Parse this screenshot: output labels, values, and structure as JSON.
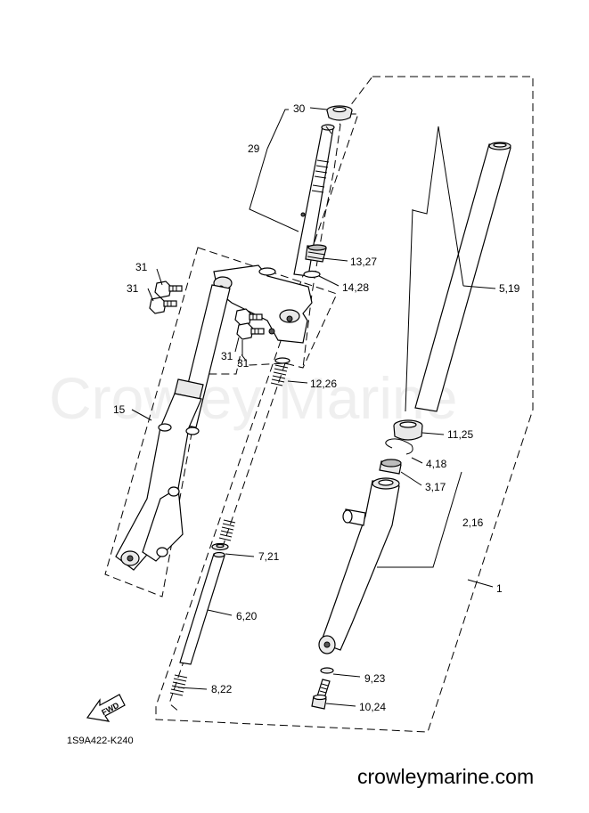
{
  "watermark": "Crowley Marine",
  "website": "crowleymarine.com",
  "drawing_code": "1S9A422-K240",
  "fwd_label": "FWD",
  "callouts": {
    "c30": "30",
    "c29": "29",
    "c13_27": "13,27",
    "c14_28": "14,28",
    "c31_a": "31",
    "c31_b": "31",
    "c31_c": "31",
    "c31_d": "31",
    "c5_19": "5,19",
    "c12_26": "12,26",
    "c15": "15",
    "c11_25": "11,25",
    "c4_18": "4,18",
    "c3_17": "3,17",
    "c2_16": "2,16",
    "c1": "1",
    "c7_21": "7,21",
    "c6_20": "6,20",
    "c9_23": "9,23",
    "c8_22": "8,22",
    "c10_24": "10,24"
  }
}
